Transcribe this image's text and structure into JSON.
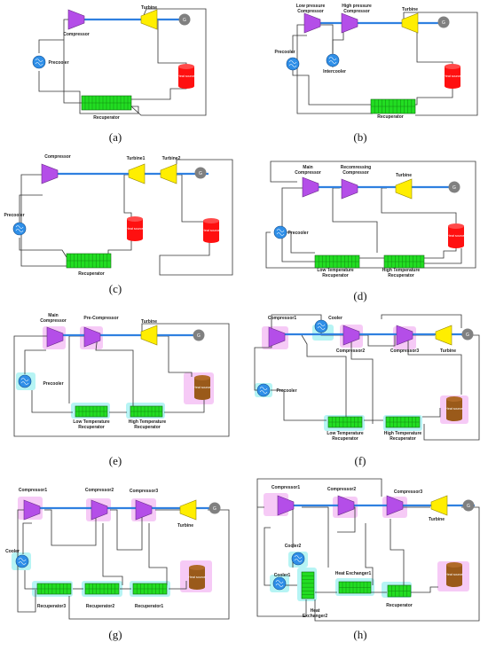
{
  "colors": {
    "compressor": "#b44ee8",
    "turbine": "#ffee00",
    "generator": "#808080",
    "cooler": "#2f8fe8",
    "heater": "#ff1010",
    "recuperator": "#22dd22",
    "shaft": "#2f80e0",
    "pipe": "#333333",
    "glow_pink": "#f3b8f3",
    "glow_cyan": "#9ef0f0",
    "brown": "#9a5a1a"
  },
  "icons": {
    "compressor": "compressor-icon",
    "turbine": "turbine-icon",
    "generator": "generator-icon",
    "cooler": "cooler-icon",
    "heater": "heat-source-icon",
    "recuperator": "recuperator-icon"
  },
  "common": {
    "heat_source_text": "Heat source",
    "generator_text": "G"
  },
  "panels": [
    {
      "id": "a",
      "label": "(a)",
      "labels": {
        "compressor": "Compressor",
        "turbine": "Turbine",
        "precooler": "Precooler",
        "recuperator": "Recuperator"
      }
    },
    {
      "id": "b",
      "label": "(b)",
      "labels": {
        "lp_compressor": "Low pressure Compressor",
        "hp_compressor": "High pressure Compressor",
        "turbine": "Turbine",
        "precooler": "Precooler",
        "intercooler": "Intercooler",
        "recuperator": "Recuperator"
      }
    },
    {
      "id": "c",
      "label": "(c)",
      "labels": {
        "compressor": "Compressor",
        "turbine1": "Turbine1",
        "turbine2": "Turbine2",
        "precooler": "Precooler",
        "recuperator": "Recuperator"
      }
    },
    {
      "id": "d",
      "label": "(d)",
      "labels": {
        "main_compressor": "Main Compressor",
        "recompressing_compressor": "Recomressing Compressor",
        "turbine": "Turbine",
        "precooler": "Precooler",
        "ltr": "Low Temperature Recuperator",
        "htr": "High Temperature Recuperator"
      }
    },
    {
      "id": "e",
      "label": "(e)",
      "labels": {
        "main_compressor": "Main Compressor",
        "pre_compressor": "Pre-Compressor",
        "turbine": "Turbine",
        "precooler": "Precooler",
        "ltr": "Low Temperature Recuperator",
        "htr": "High Temperature Recuperator"
      }
    },
    {
      "id": "f",
      "label": "(f)",
      "labels": {
        "compressor1": "Compressor1",
        "compressor2": "Compressor2",
        "compressor3": "Compressor3",
        "cooler": "Cooler",
        "turbine": "Turbine",
        "precooler": "Precooler",
        "ltr": "Low Temperature Recuperator",
        "htr": "High Temperature Recuperator"
      }
    },
    {
      "id": "g",
      "label": "(g)",
      "labels": {
        "compressor1": "Compressor1",
        "compressor2": "Compressor2",
        "compressor3": "Compressor3",
        "turbine": "Turbine",
        "cooler": "Cooler",
        "recuperator3": "Recuperator3",
        "recuperator2": "Recuperator2",
        "recuperator1": "Recuperator1"
      }
    },
    {
      "id": "h",
      "label": "(h)",
      "labels": {
        "compressor1": "Compressor1",
        "compressor2": "Compressor2",
        "compressor3": "Compressor3",
        "turbine": "Turbine",
        "cooler2": "Cooler2",
        "cooler1": "Cooler1",
        "heat_exchanger1": "Heat Exchanger1",
        "heat_exchanger2": "Heat Exchanger2",
        "recuperator": "Recuperator"
      }
    }
  ]
}
